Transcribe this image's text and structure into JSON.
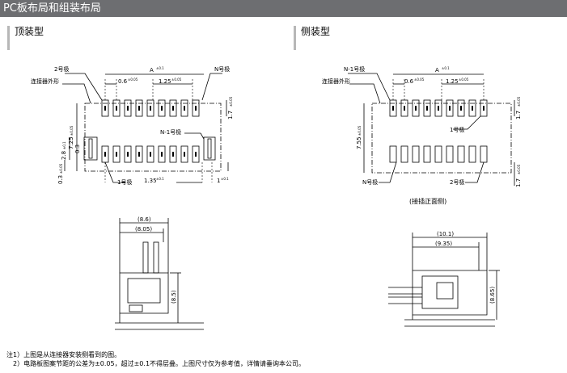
{
  "banner": {
    "title": "PC板布局和组装布局"
  },
  "top_mount": {
    "heading": "顶装型",
    "labels": {
      "pin2": "2号极",
      "connector_outline": "连接器外形",
      "dim_a": "A",
      "dim_a_tol": "±0.1",
      "dim_pitch": "0.6",
      "dim_pitch_tol": "±0.05",
      "dim_125": "1.25",
      "dim_125_tol": "±0.05",
      "pin_n": "N号极",
      "dim_17": "1.7",
      "dim_17_tol": "±0.05",
      "dim_725": "7.25",
      "dim_725_tol": "±0.05",
      "dim_28": "2.8",
      "dim_28_tol": "±0.1",
      "dim_03": "0.3",
      "dim_03b": "0.3",
      "dim_03b_tol": "±0.05",
      "pin_n1": "N-1号极",
      "dim_1": "1",
      "dim_1_tol": "±0.1",
      "dim_135": "1.35",
      "dim_135_tol": "±0.1",
      "pin1": "1号极"
    },
    "profile": {
      "w_outer": "(8.6)",
      "w_inner": "(8.05)",
      "height": "(8.5)"
    }
  },
  "side_mount": {
    "heading": "侧装型",
    "labels": {
      "pin_n1": "N-1号极",
      "connector_outline": "连接器外形",
      "dim_a": "A",
      "dim_a_tol": "±0.1",
      "dim_pitch": "0.6",
      "dim_pitch_tol": "±0.05",
      "dim_125": "1.25",
      "dim_125_tol": "±0.05",
      "dim_17": "1.7",
      "dim_17_tol": "±0.05",
      "dim_755": "7.55",
      "dim_755_tol": "±0.05",
      "pin1": "1号极",
      "pin_n": "N号极",
      "pin2": "2号极",
      "dim_17b": "1.7",
      "dim_17b_tol": "±0.05",
      "caption": "(接插正面侧)"
    },
    "profile": {
      "w_outer": "(10.1)",
      "w_inner": "(9.35)",
      "height": "(8.65)"
    }
  },
  "notes": [
    "注1）上图是从连接器安装侧看到的图。",
    "　2）电路板图案节距的公差为±0.05，超过±0.1不得层叠。上图尺寸仅为参考值，详情请垂询本公司。"
  ]
}
